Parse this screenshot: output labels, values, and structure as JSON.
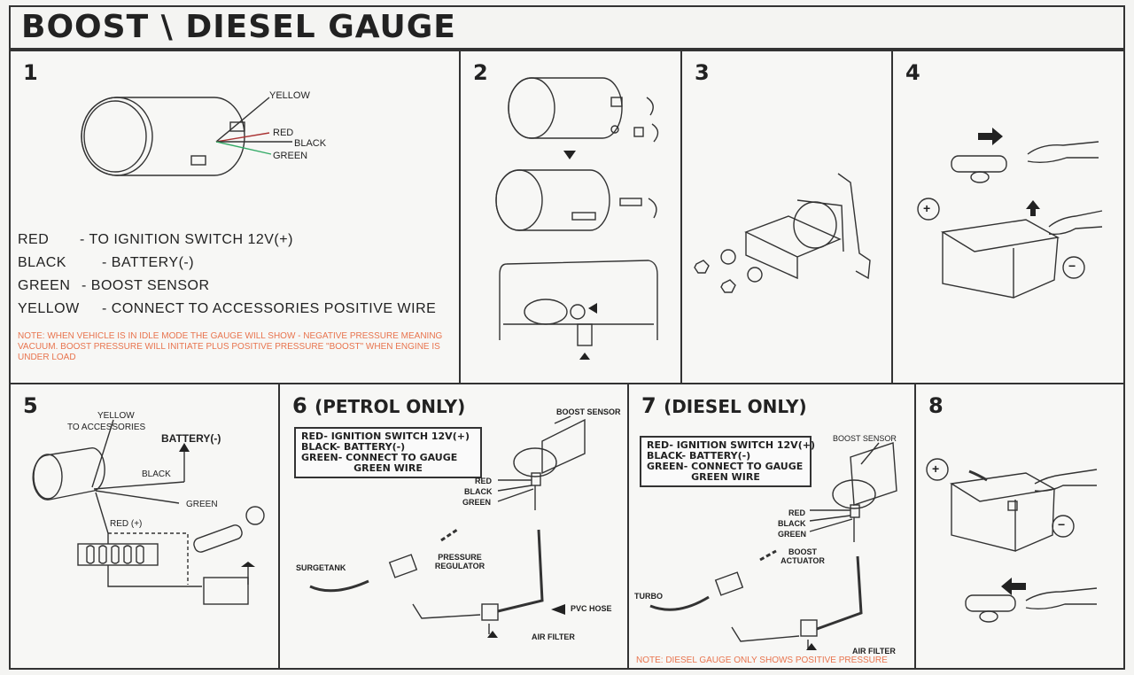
{
  "title": "BOOST \\ DIESEL GAUGE",
  "panels": {
    "p1": {
      "number": "1",
      "wire_labels": [
        "YELLOW",
        "RED",
        "BLACK",
        "GREEN"
      ],
      "legend": [
        {
          "color": "RED",
          "desc": "- TO IGNITION SWITCH 12V(+)"
        },
        {
          "color": "BLACK",
          "desc": "- BATTERY(-)"
        },
        {
          "color": "GREEN",
          "desc": "- BOOST SENSOR"
        },
        {
          "color": "YELLOW",
          "desc": "- CONNECT TO ACCESSORIES POSITIVE WIRE"
        }
      ],
      "note": "NOTE: WHEN VEHICLE IS IN IDLE MODE THE GAUGE WILL SHOW - NEGATIVE PRESSURE MEANING VACUUM. BOOST PRESSURE WILL INITIATE PLUS POSITIVE PRESSURE \"BOOST\" WHEN ENGINE IS UNDER LOAD"
    },
    "p2": {
      "number": "2"
    },
    "p3": {
      "number": "3"
    },
    "p4": {
      "number": "4",
      "plus": "+",
      "minus": "−"
    },
    "p5": {
      "number": "5",
      "yellow": "YELLOW",
      "to_accessories": "TO ACCESSORIES",
      "battery": "BATTERY(-)",
      "black": "BLACK",
      "green": "GREEN",
      "red": "RED (+)"
    },
    "p6": {
      "number": "6",
      "heading": "(PETROL ONLY)",
      "box_lines": [
        "RED- IGNITION SWITCH 12V(+)",
        "BLACK- BATTERY(-)",
        "GREEN- CONNECT TO GAUGE",
        "GREEN WIRE"
      ],
      "boost_sensor": "BOOST SENSOR",
      "red": "RED",
      "black": "BLACK",
      "green": "GREEN",
      "surgetank": "SURGETANK",
      "pressure_regulator": "PRESSURE REGULATOR",
      "pvc_hose": "PVC HOSE",
      "air_filter": "AIR FILTER"
    },
    "p7": {
      "number": "7",
      "heading": "(DIESEL ONLY)",
      "box_lines": [
        "RED- IGNITION SWITCH 12V(+)",
        "BLACK- BATTERY(-)",
        "GREEN- CONNECT TO GAUGE",
        "GREEN WIRE"
      ],
      "boost_sensor": "BOOST SENSOR",
      "red": "RED",
      "black": "BLACK",
      "green": "GREEN",
      "boost_actuator": "BOOST ACTUATOR",
      "turbo": "TURBO",
      "air_filter": "AIR FILTER",
      "note": "NOTE: DIESEL GAUGE ONLY SHOWS POSITIVE PRESSURE"
    },
    "p8": {
      "number": "8",
      "plus": "+",
      "minus": "−"
    }
  },
  "colors": {
    "note": "#e8744e",
    "ink": "#222222",
    "paper": "#f4f4f2"
  }
}
